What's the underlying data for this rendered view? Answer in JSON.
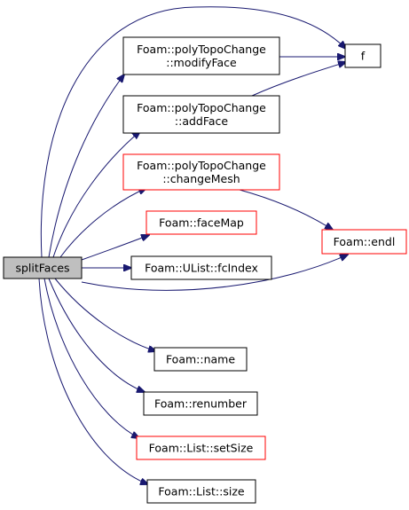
{
  "colors": {
    "edge": "#191970",
    "box_default": "#000000",
    "box_missing": "#ff0000",
    "root_fill": "#bfbfbf",
    "fill": "#ffffff",
    "text": "#000000"
  },
  "graph": {
    "root": {
      "id": "splitFaces",
      "lines": [
        "splitFaces"
      ],
      "style": "root"
    },
    "nodes": [
      {
        "id": "modifyFace",
        "lines": [
          "Foam::polyTopoChange",
          "::modifyFace"
        ],
        "style": "default"
      },
      {
        "id": "addFace",
        "lines": [
          "Foam::polyTopoChange",
          "::addFace"
        ],
        "style": "default"
      },
      {
        "id": "changeMesh",
        "lines": [
          "Foam::polyTopoChange",
          "::changeMesh"
        ],
        "style": "missing"
      },
      {
        "id": "faceMap",
        "lines": [
          "Foam::faceMap"
        ],
        "style": "missing"
      },
      {
        "id": "fcIndex",
        "lines": [
          "Foam::UList::fcIndex"
        ],
        "style": "default"
      },
      {
        "id": "name",
        "lines": [
          "Foam::name"
        ],
        "style": "default"
      },
      {
        "id": "renumber",
        "lines": [
          "Foam::renumber"
        ],
        "style": "default"
      },
      {
        "id": "setSize",
        "lines": [
          "Foam::List::setSize"
        ],
        "style": "missing"
      },
      {
        "id": "size",
        "lines": [
          "Foam::List::size"
        ],
        "style": "default"
      },
      {
        "id": "f",
        "lines": [
          "f"
        ],
        "style": "default"
      },
      {
        "id": "endl",
        "lines": [
          "Foam::endl"
        ],
        "style": "missing"
      }
    ],
    "edges": [
      {
        "from": "splitFaces",
        "to": "f"
      },
      {
        "from": "splitFaces",
        "to": "modifyFace"
      },
      {
        "from": "splitFaces",
        "to": "addFace"
      },
      {
        "from": "splitFaces",
        "to": "changeMesh"
      },
      {
        "from": "splitFaces",
        "to": "faceMap"
      },
      {
        "from": "splitFaces",
        "to": "fcIndex"
      },
      {
        "from": "splitFaces",
        "to": "endl"
      },
      {
        "from": "splitFaces",
        "to": "name"
      },
      {
        "from": "splitFaces",
        "to": "renumber"
      },
      {
        "from": "splitFaces",
        "to": "setSize"
      },
      {
        "from": "splitFaces",
        "to": "size"
      },
      {
        "from": "modifyFace",
        "to": "f"
      },
      {
        "from": "addFace",
        "to": "f"
      },
      {
        "from": "changeMesh",
        "to": "endl"
      }
    ]
  }
}
